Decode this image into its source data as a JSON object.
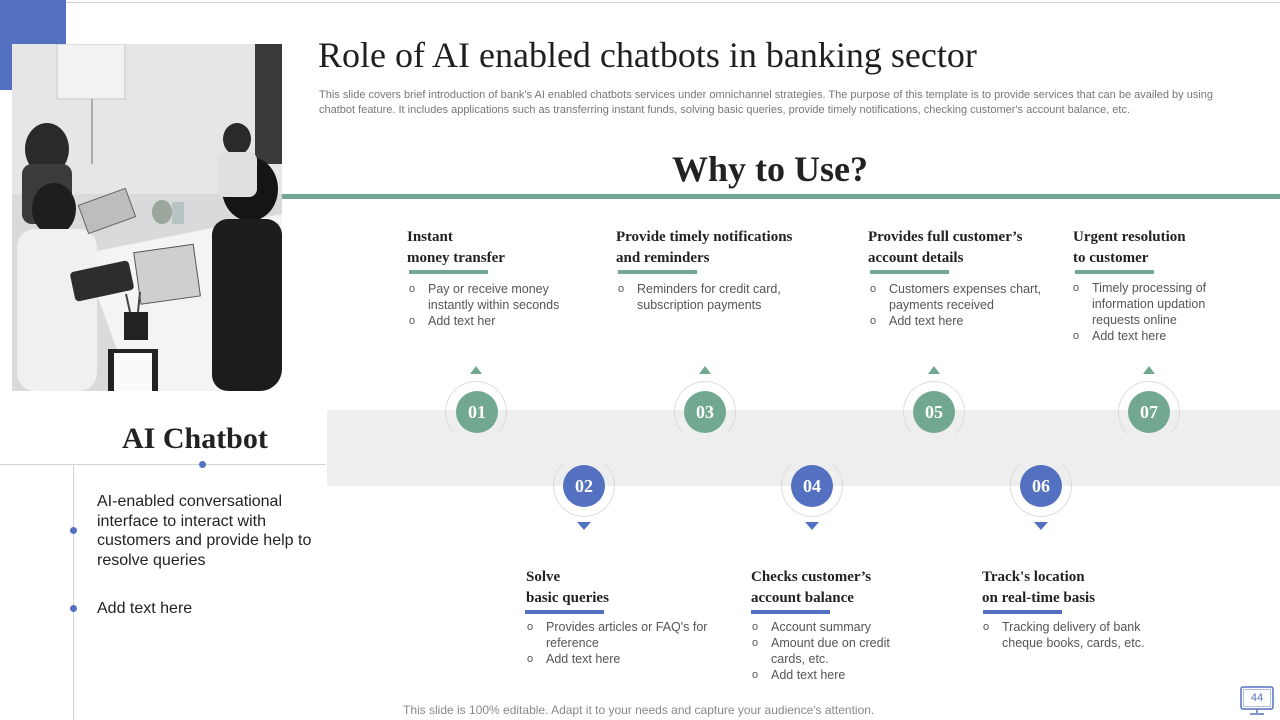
{
  "header": {
    "title": "Role of AI enabled chatbots in banking sector",
    "subtitle": "This slide covers brief introduction of bank's AI enabled chatbots services under omnichannel strategies. The purpose of this template is to provide services that can be availed by using chatbot feature. It includes applications such as transferring instant funds, solving basic queries, provide timely notifications, checking customer's account balance, etc."
  },
  "why_heading": "Why to Use?",
  "left_panel": {
    "title": "AI Chatbot",
    "bullets": [
      "AI-enabled conversational interface to interact with customers and provide help to resolve queries",
      "Add text here"
    ]
  },
  "steps": [
    {
      "num": "01",
      "title_lines": [
        "Instant",
        "money transfer"
      ],
      "items": [
        "Pay or receive money instantly within seconds",
        "Add text her"
      ]
    },
    {
      "num": "02",
      "title_lines": [
        "Solve",
        "basic queries"
      ],
      "items": [
        "Provides articles or FAQ's for reference",
        "Add text here"
      ]
    },
    {
      "num": "03",
      "title_lines": [
        "Provide timely notifications",
        "and reminders"
      ],
      "items": [
        "Reminders for credit card, subscription payments"
      ]
    },
    {
      "num": "04",
      "title_lines": [
        "Checks customer’s",
        "account balance"
      ],
      "items": [
        "Account summary",
        "Amount due on credit cards, etc.",
        "Add text here"
      ]
    },
    {
      "num": "05",
      "title_lines": [
        "Provides full customer’s",
        "account details"
      ],
      "items": [
        "Customers expenses chart, payments received",
        "Add text here"
      ]
    },
    {
      "num": "06",
      "title_lines": [
        "Track's location",
        "on real-time basis"
      ],
      "items": [
        "Tracking delivery of bank cheque books, cards, etc."
      ]
    },
    {
      "num": "07",
      "title_lines": [
        "Urgent resolution",
        "to customer"
      ],
      "items": [
        "Timely processing of information updation requests online",
        "Add text here"
      ]
    }
  ],
  "footer": "This slide is 100% editable. Adapt it to your needs and capture your audience's attention.",
  "page_number": "44",
  "colors": {
    "accent_blue": "#5470c0",
    "accent_green": "#72a891",
    "band": "#eeeeee"
  },
  "icons": {
    "page_indicator": "monitor-icon"
  }
}
